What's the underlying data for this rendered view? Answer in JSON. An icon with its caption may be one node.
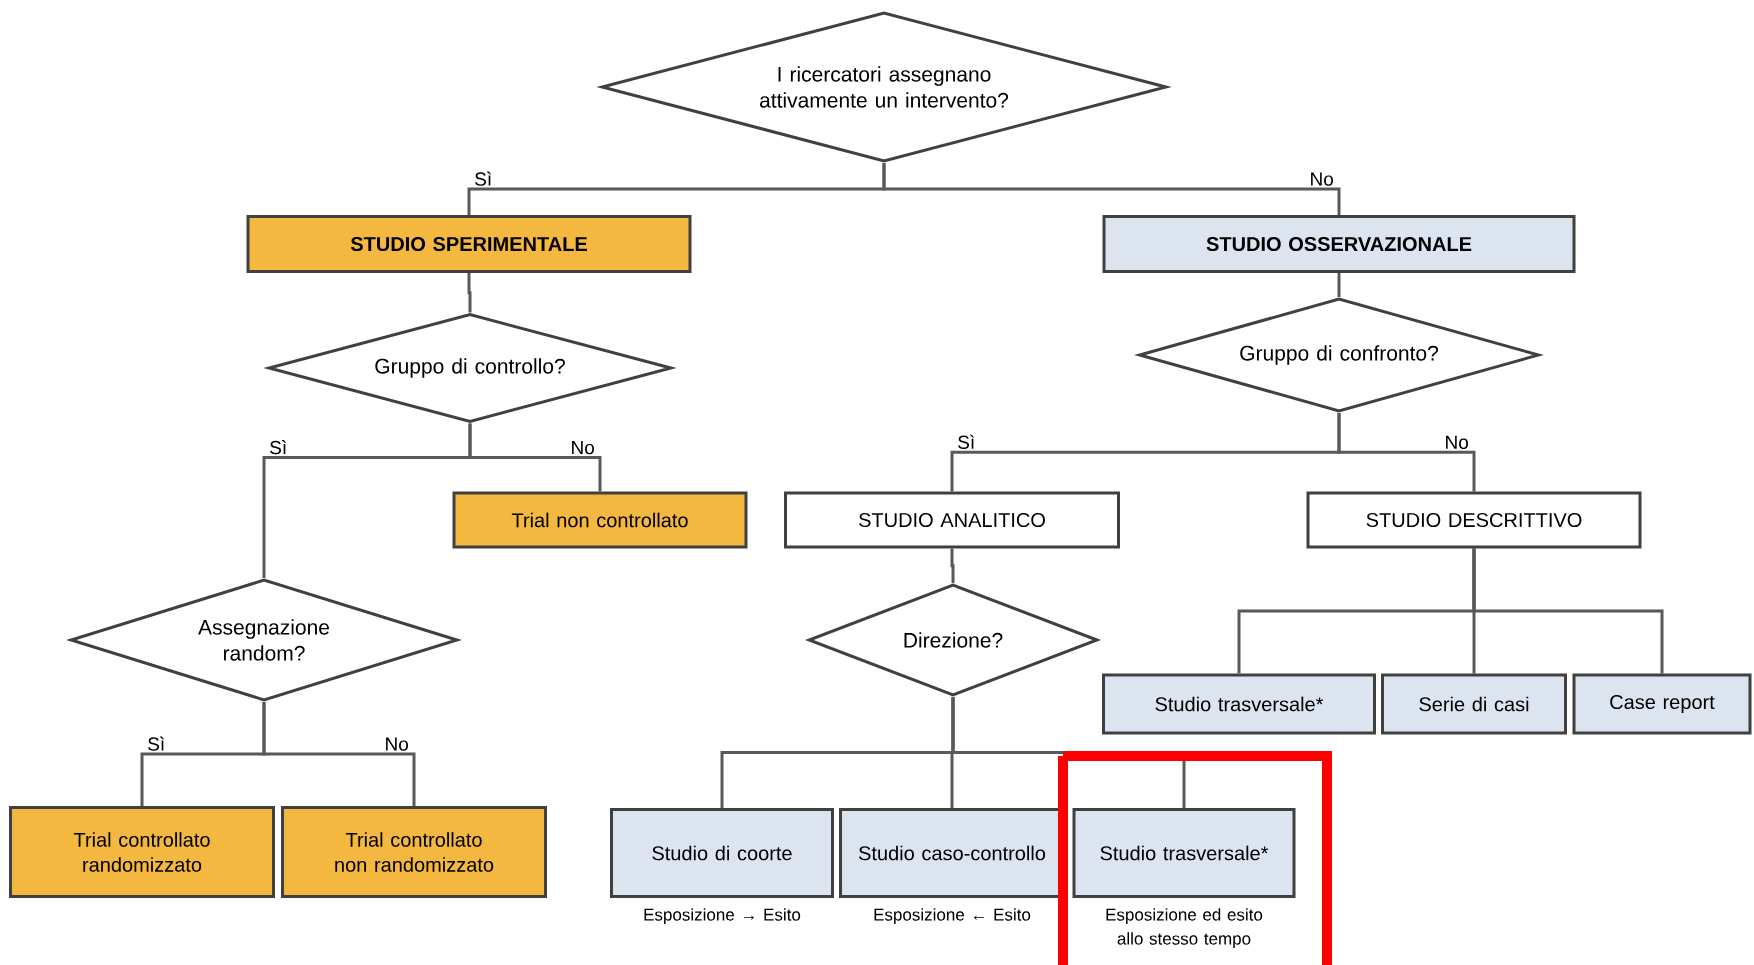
{
  "diagram": {
    "nodes": [
      {
        "text": [
          "I ricercatori assegnano attivamente un intervento?"
        ]
      },
      {
        "text": [
          "STUDIO SPERIMENTALE"
        ]
      },
      {
        "text": [
          "STUDIO OSSERVAZIONALE"
        ]
      },
      {
        "text": [
          "Gruppo di controllo?"
        ]
      },
      {
        "text": [
          "Gruppo di confronto?"
        ]
      },
      {
        "text": [
          "Trial non controllato"
        ]
      },
      {
        "text": [
          "STUDIO ANALITICO"
        ]
      },
      {
        "text": [
          "STUDIO DESCRITTIVO"
        ]
      },
      {
        "text": [
          "Assegnazione random?"
        ]
      },
      {
        "text": [
          "Direzione?"
        ]
      },
      {
        "text": [
          "Studio trasversale*"
        ]
      },
      {
        "text": [
          "Serie di casi"
        ]
      },
      {
        "text": [
          "Case report"
        ]
      },
      {
        "text": [
          "Trial controllato randomizzato"
        ]
      },
      {
        "text": [
          "Trial controllato non randomizzato"
        ]
      },
      {
        "text": [
          "Studio di coorte"
        ],
        "beside": [
          "Esposizione → Esito"
        ]
      },
      {
        "text": [
          "Studio caso-controllo"
        ],
        "beside": [
          "Esposizione ← Esito"
        ]
      },
      {
        "text": [
          "Studio trasversale*"
        ],
        "beside": [
          "Esposizione ed esito allo stesso tempo"
        ]
      }
    ],
    "edges": [
      {
        "from": 0,
        "to": 1,
        "arrow": "none",
        "label": "Sì"
      },
      {
        "from": 0,
        "to": 2,
        "arrow": "none",
        "label": "No"
      },
      {
        "from": 1,
        "to": 3,
        "arrow": "none"
      },
      {
        "from": 2,
        "to": 4,
        "arrow": "none"
      },
      {
        "from": 3,
        "to": 8,
        "arrow": "none",
        "label": "Sì"
      },
      {
        "from": 3,
        "to": 5,
        "arrow": "none",
        "label": "No"
      },
      {
        "from": 4,
        "to": 6,
        "arrow": "none",
        "label": "Sì"
      },
      {
        "from": 4,
        "to": 7,
        "arrow": "none",
        "label": "No"
      },
      {
        "from": 8,
        "to": 13,
        "arrow": "none",
        "label": "Sì"
      },
      {
        "from": 8,
        "to": 14,
        "arrow": "none",
        "label": "No"
      },
      {
        "from": 6,
        "to": 9,
        "arrow": "none"
      },
      {
        "from": 9,
        "to": 15,
        "arrow": "none"
      },
      {
        "from": 9,
        "to": 16,
        "arrow": "none"
      },
      {
        "from": 9,
        "to": 17,
        "arrow": "none"
      },
      {
        "from": 7,
        "to": 10,
        "arrow": "none"
      },
      {
        "from": 7,
        "to": 11,
        "arrow": "none"
      },
      {
        "from": 7,
        "to": 12,
        "arrow": "none"
      }
    ]
  }
}
